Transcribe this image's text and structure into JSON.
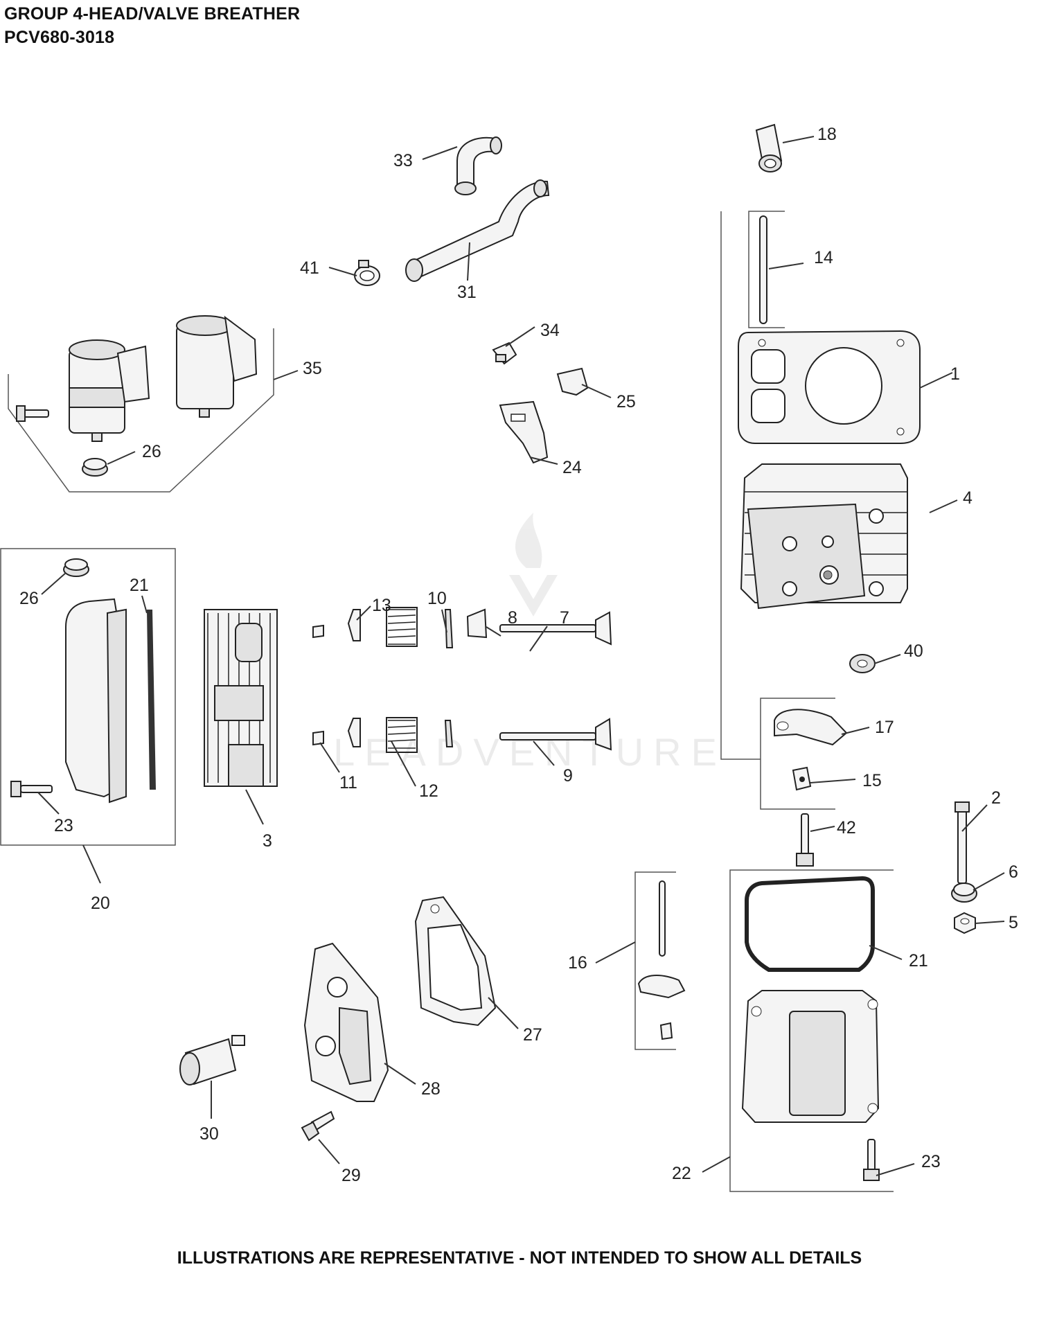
{
  "header": {
    "title_line1": "GROUP 4-HEAD/VALVE BREATHER",
    "title_line2": "PCV680-3018"
  },
  "footer": {
    "disclaimer": "ILLUSTRATIONS ARE REPRESENTATIVE - NOT INTENDED TO SHOW ALL DETAILS"
  },
  "watermark": {
    "text": "LEADVENTURE"
  },
  "callouts": [
    {
      "id": "c33",
      "label": "33"
    },
    {
      "id": "c18",
      "label": "18"
    },
    {
      "id": "c14",
      "label": "14"
    },
    {
      "id": "c41",
      "label": "41"
    },
    {
      "id": "c31",
      "label": "31"
    },
    {
      "id": "c34",
      "label": "34"
    },
    {
      "id": "c35",
      "label": "35"
    },
    {
      "id": "c1",
      "label": "1"
    },
    {
      "id": "c25",
      "label": "25"
    },
    {
      "id": "c26a",
      "label": "26"
    },
    {
      "id": "c24",
      "label": "24"
    },
    {
      "id": "c4",
      "label": "4"
    },
    {
      "id": "c26b",
      "label": "26"
    },
    {
      "id": "c21a",
      "label": "21"
    },
    {
      "id": "c13",
      "label": "13"
    },
    {
      "id": "c10",
      "label": "10"
    },
    {
      "id": "c8",
      "label": "8"
    },
    {
      "id": "c7",
      "label": "7"
    },
    {
      "id": "c40",
      "label": "40"
    },
    {
      "id": "c17",
      "label": "17"
    },
    {
      "id": "c11",
      "label": "11"
    },
    {
      "id": "c12",
      "label": "12"
    },
    {
      "id": "c9",
      "label": "9"
    },
    {
      "id": "c15",
      "label": "15"
    },
    {
      "id": "c23a",
      "label": "23"
    },
    {
      "id": "c3",
      "label": "3"
    },
    {
      "id": "c2",
      "label": "2"
    },
    {
      "id": "c42",
      "label": "42"
    },
    {
      "id": "c20",
      "label": "20"
    },
    {
      "id": "c6",
      "label": "6"
    },
    {
      "id": "c5",
      "label": "5"
    },
    {
      "id": "c16",
      "label": "16"
    },
    {
      "id": "c21b",
      "label": "21"
    },
    {
      "id": "c27",
      "label": "27"
    },
    {
      "id": "c28",
      "label": "28"
    },
    {
      "id": "c30",
      "label": "30"
    },
    {
      "id": "c29",
      "label": "29"
    },
    {
      "id": "c22",
      "label": "22"
    },
    {
      "id": "c23b",
      "label": "23"
    }
  ]
}
